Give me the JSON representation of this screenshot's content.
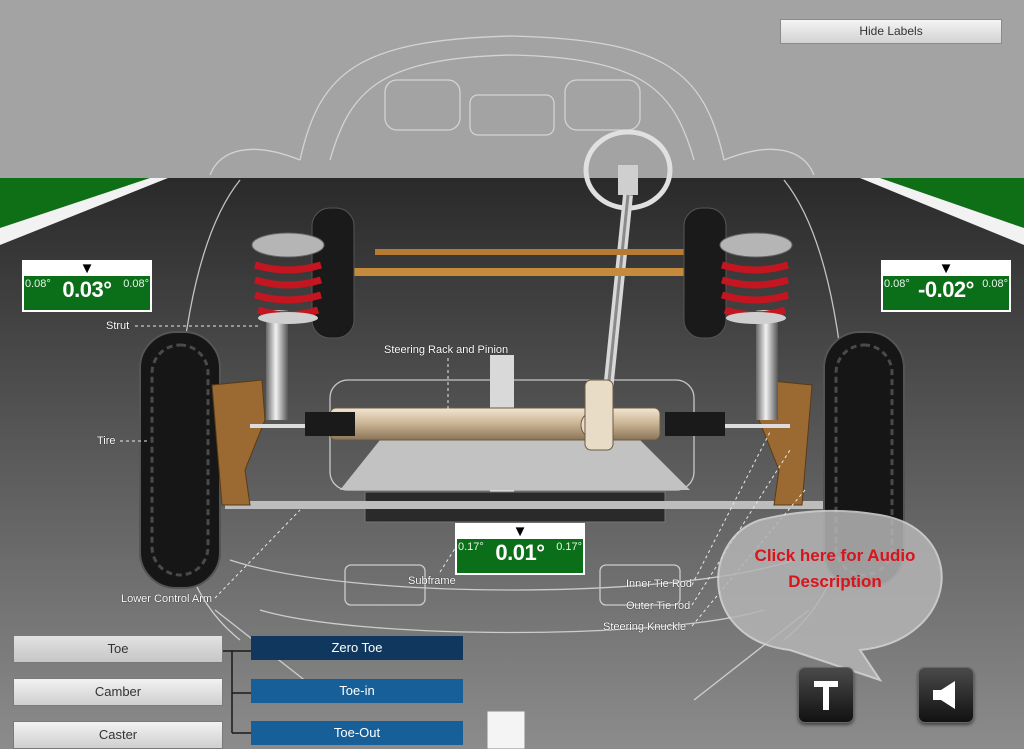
{
  "toolbar": {
    "hide_labels": "Hide Labels"
  },
  "gauges": {
    "left": {
      "value": "0.03",
      "unit": "°",
      "low": "0.08°",
      "high": "0.08°"
    },
    "right": {
      "value": "-0.02",
      "unit": "°",
      "low": "0.08°",
      "high": "0.08°"
    },
    "center": {
      "value": "0.01",
      "unit": "°",
      "low": "0.17°",
      "high": "0.17°"
    }
  },
  "labels": {
    "strut": "Strut",
    "steering_rack": "Steering Rack and Pinion",
    "tire": "Tire",
    "subframe": "Subframe",
    "lower_control_arm": "Lower Control Arm",
    "inner_tie_rod": "Inner Tie Rod",
    "outer_tie_rod": "Outer Tie rod",
    "steering_knuckle": "Steering Knuckle"
  },
  "audio": {
    "line1": "Click here for Audio",
    "line2": "Description"
  },
  "menu": {
    "categories": [
      "Toe",
      "Camber",
      "Caster"
    ],
    "options": [
      "Zero Toe",
      "Toe-in",
      "Toe-Out"
    ]
  },
  "colors": {
    "gauge_green": "#0b6e18",
    "spring_red": "#c41620",
    "option_dark": "#10385e",
    "option_mid": "#165f98",
    "audio_text": "#d8141c"
  },
  "icons": {
    "text_button": "text-t-icon",
    "audio_button": "speaker-icon"
  }
}
